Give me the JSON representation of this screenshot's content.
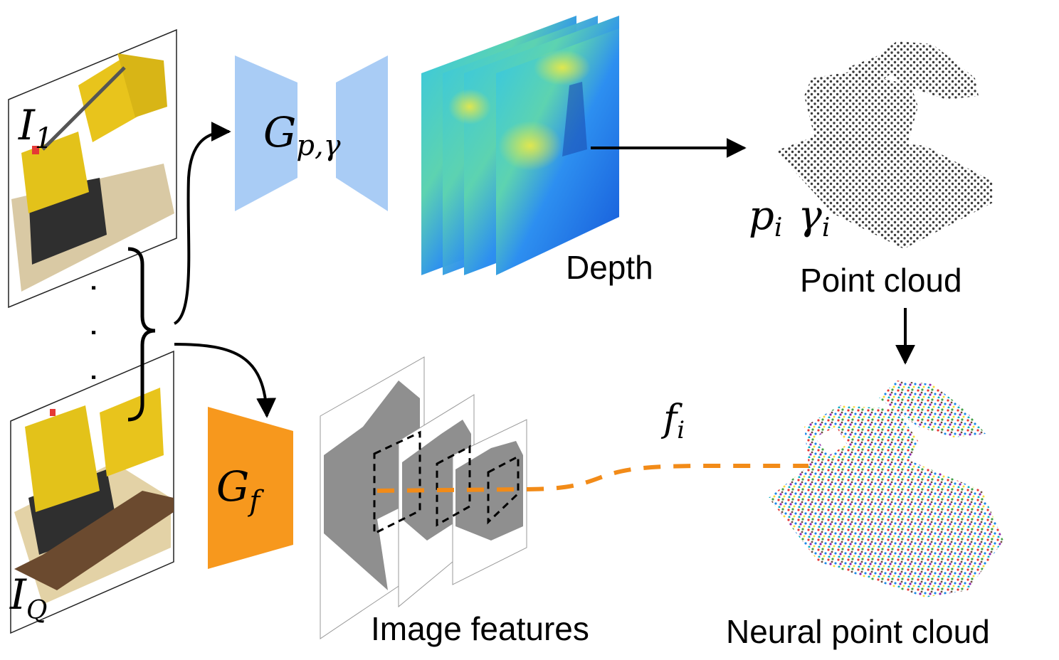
{
  "labels": {
    "depth": "Depth",
    "point_cloud": "Point cloud",
    "image_features": "Image features",
    "neural_point_cloud": "Neural point cloud",
    "ellipsis": ". . ."
  },
  "math": {
    "input_first": {
      "base": "I",
      "sub": "1"
    },
    "input_last": {
      "base": "I",
      "sub": "Q"
    },
    "geometry_net": {
      "base": "G",
      "sub": "p,γ"
    },
    "feature_net": {
      "base": "G",
      "sub": "f"
    },
    "point_attrs": {
      "p": "p",
      "p_sub": "i",
      "gamma": "γ",
      "gamma_sub": "i"
    },
    "feature": {
      "base": "f",
      "sub": "i"
    }
  },
  "colors": {
    "geometry_net": "#a9ccf5",
    "feature_net": "#f7981d",
    "feature_path": "#f28b18",
    "arrow": "#000000",
    "features_gray": "#8f8f8f",
    "point_cloud": "#3b3b3b"
  }
}
